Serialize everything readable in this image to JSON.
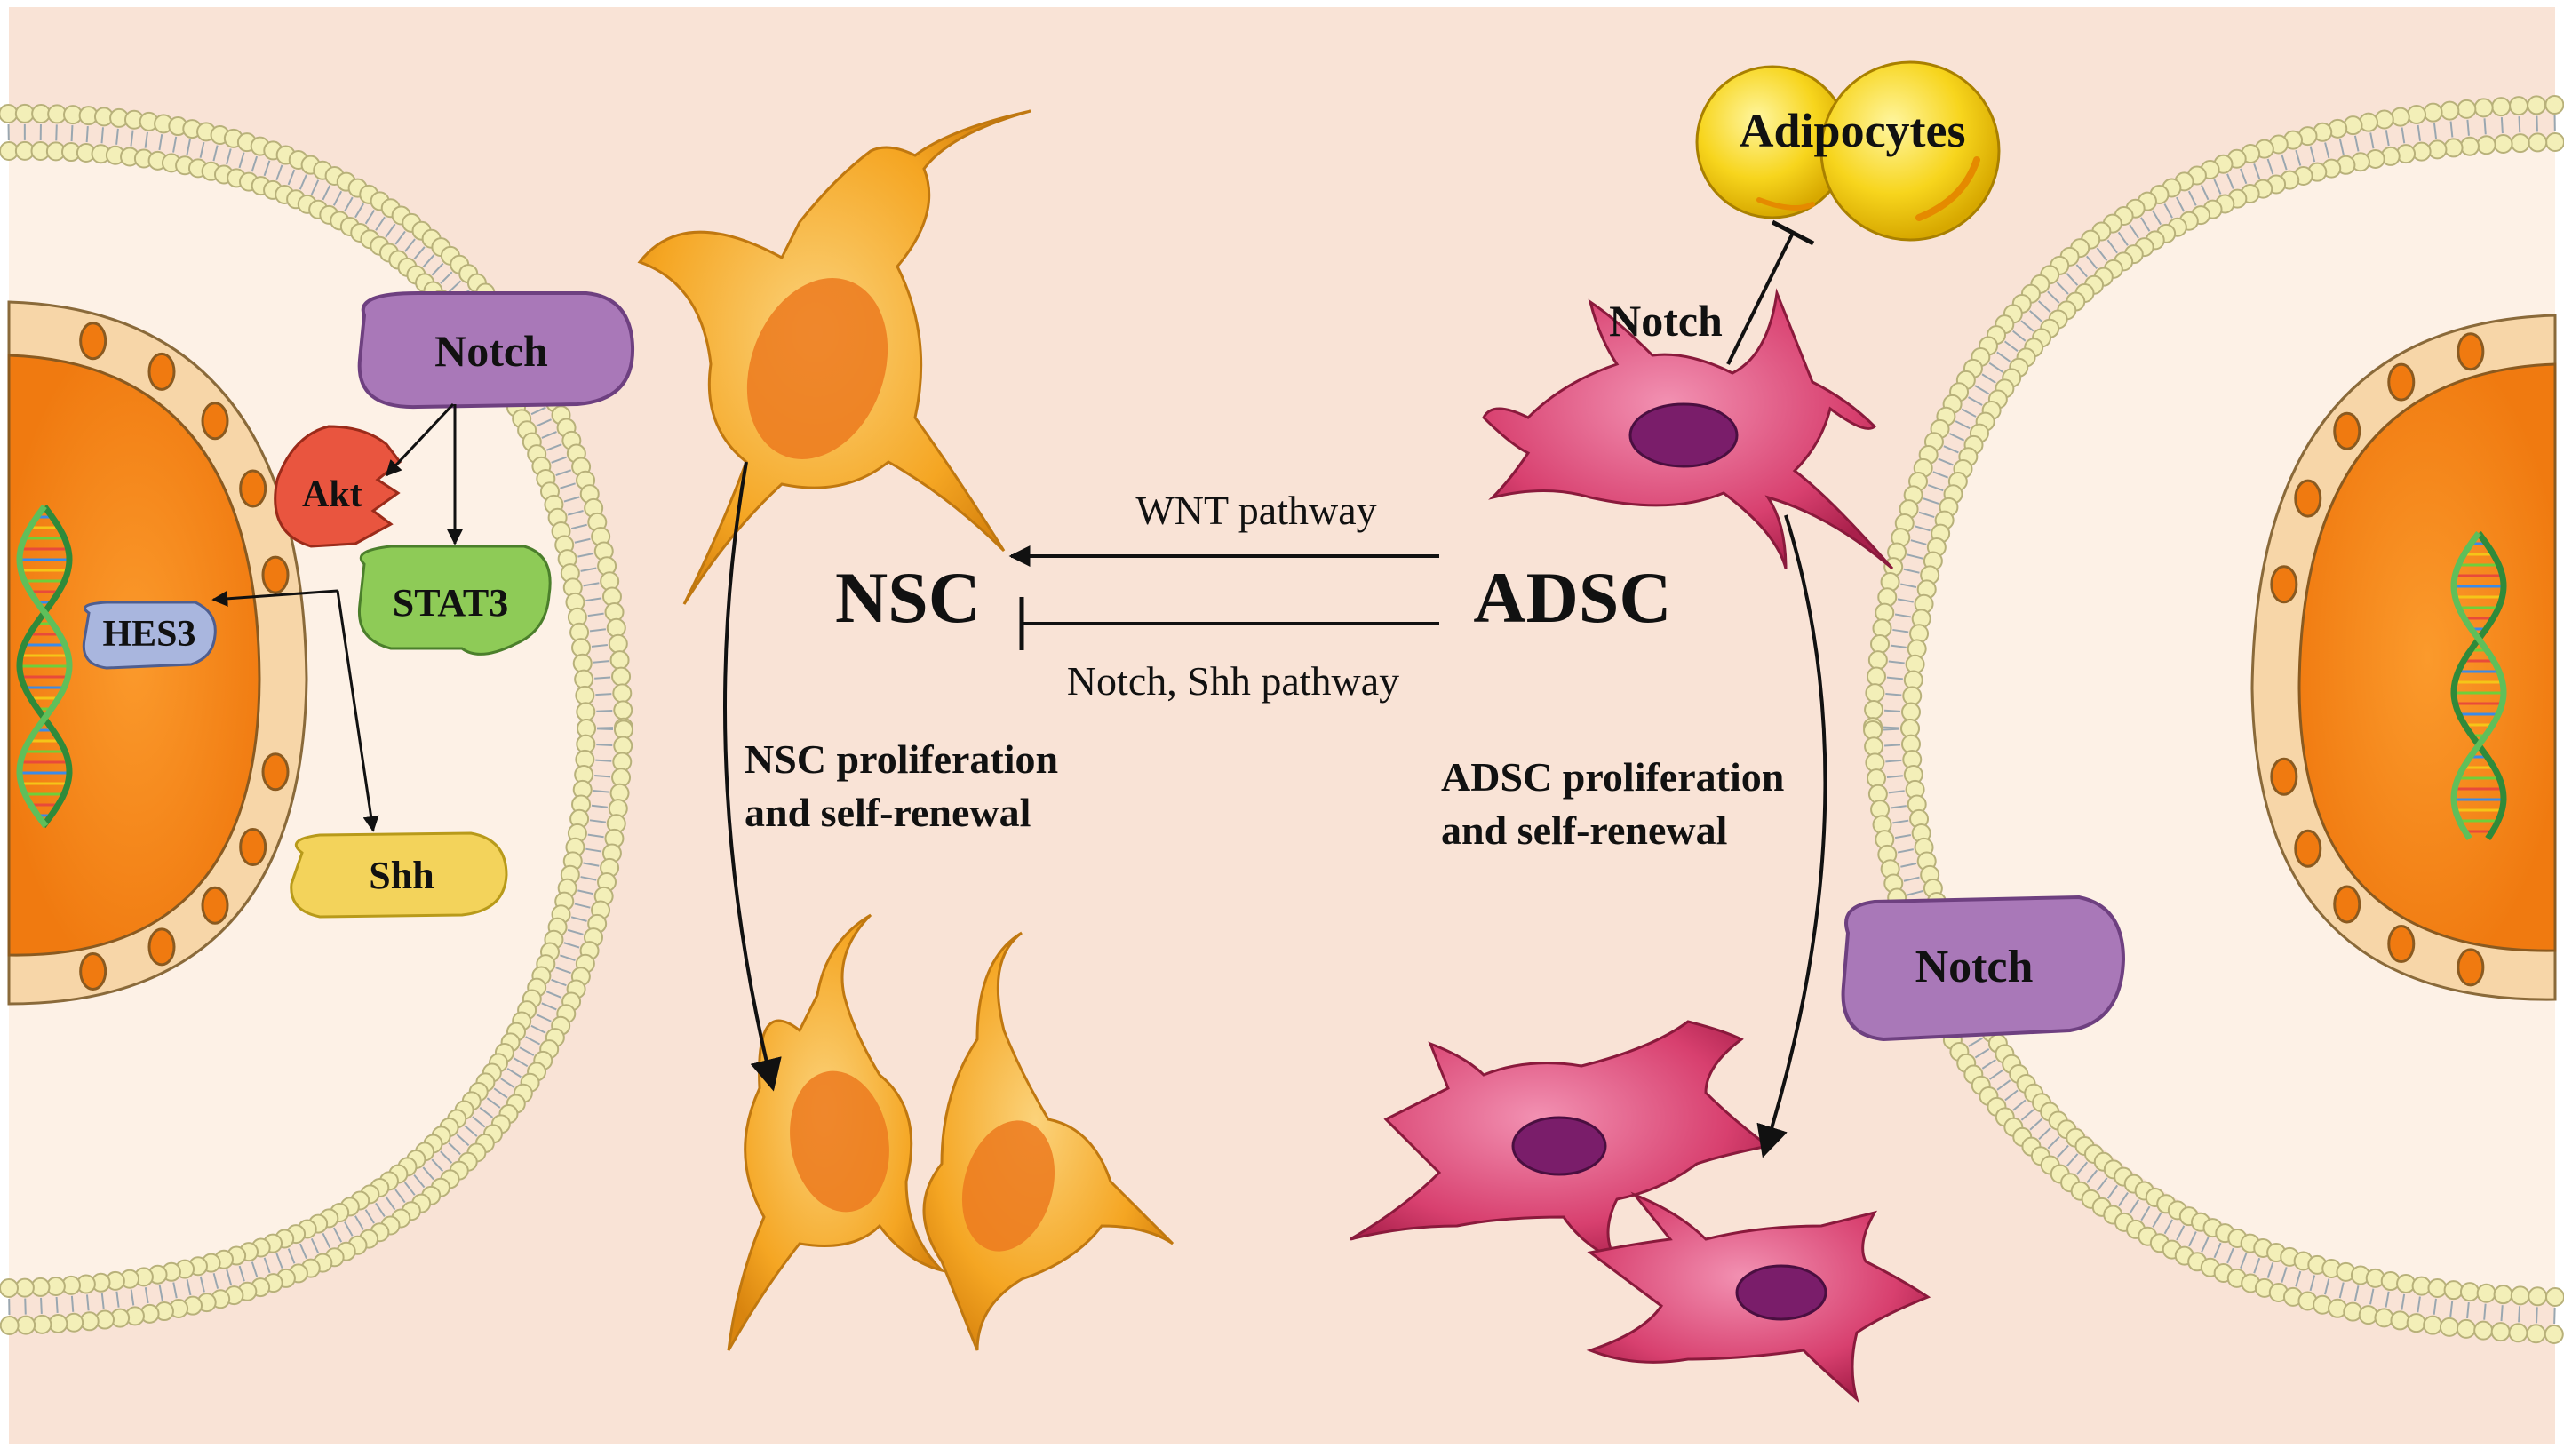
{
  "labels": {
    "notch_left": "Notch",
    "akt": "Akt",
    "stat3": "STAT3",
    "hes3": "HES3",
    "shh": "Shh",
    "nsc": "NSC",
    "adsc": "ADSC",
    "wnt_pathway": "WNT pathway",
    "notch_shh_pathway": "Notch, Shh pathway",
    "nsc_prolif_line1": "NSC proliferation",
    "nsc_prolif_line2": "and self-renewal",
    "adsc_prolif_line1": "ADSC proliferation",
    "adsc_prolif_line2": "and self-renewal",
    "adipocytes": "Adipocytes",
    "notch_top": "Notch",
    "notch_right": "Notch"
  },
  "colors": {
    "background": "#f9e3d6",
    "cell_interior": "#fdf1e6",
    "membrane_bead": "#f3efb8",
    "membrane_stroke": "#b8b17a",
    "nucleus": "#f78a1e",
    "nuclear_envelope": "#f7d6a8",
    "notch_purple": "#a978b8",
    "akt_red": "#e9553f",
    "stat3_green": "#8ecb57",
    "hes3_blue": "#a9b6de",
    "shh_yellow": "#f3d35b",
    "nsc_cell": "#f5a623",
    "adsc_cell": "#d8406f",
    "adipocyte": "#f7d51d"
  }
}
